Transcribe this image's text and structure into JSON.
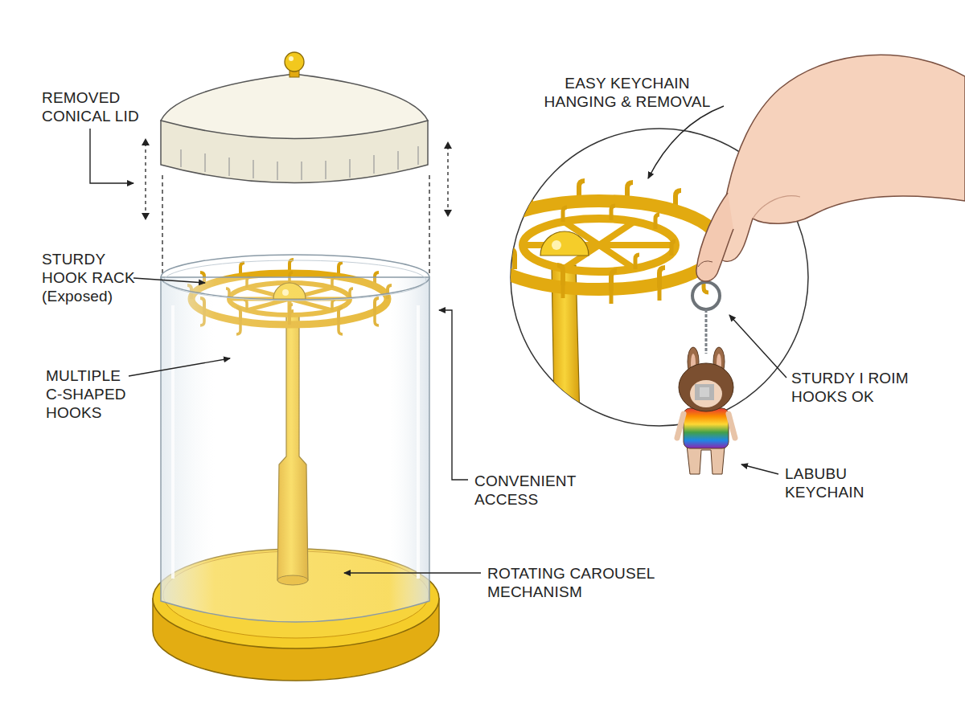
{
  "diagram": {
    "labels": [
      "REMOVED CONICAL LID",
      "STURDY HOOK RACK (Exposed)",
      "MULTIPLE C-SHAPED HOOKS",
      "EASY KEYCHAIN HANGING & REMOVAL",
      "STURDY I ROIM HOOKS OK",
      "LABUBU KEYCHAIN",
      "CONVENIENT ACCESS",
      "ROTATING CAROUSEL MECHANISM"
    ]
  }
}
